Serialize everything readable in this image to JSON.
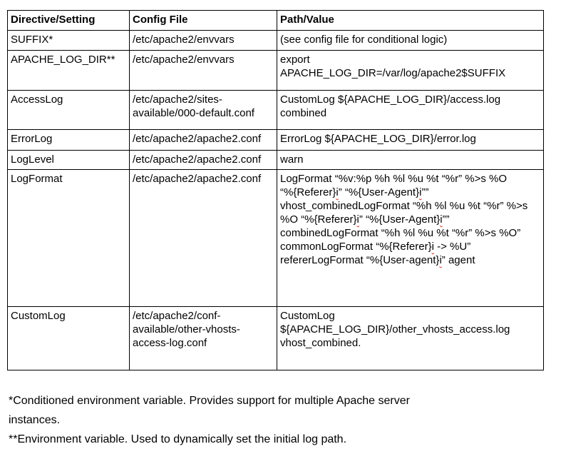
{
  "colors": {
    "background": "#ffffff",
    "text": "#000000",
    "table_border": "#000000",
    "spellcheck_underline": "#d93025"
  },
  "table": {
    "headers": [
      "Directive/Setting",
      "Config File",
      "Path/Value"
    ],
    "rows": [
      {
        "directive": "SUFFIX*",
        "config_file": "/etc/apache2/envvars",
        "path_value": "(see config file for conditional logic)"
      },
      {
        "directive": "APACHE_LOG_DIR**",
        "config_file": "/etc/apache2/envvars",
        "path_value": "export\nAPACHE_LOG_DIR=/var/log/apache2$SUFFIX"
      },
      {
        "directive": "AccessLog",
        "config_file": "/etc/apache2/sites-\navailable/000-default.conf",
        "path_value": "CustomLog ${APACHE_LOG_DIR}/access.log\ncombined"
      },
      {
        "directive": "ErrorLog",
        "config_file": "/etc/apache2/apache2.conf",
        "path_value": "ErrorLog ${APACHE_LOG_DIR}/error.log"
      },
      {
        "directive": "LogLevel",
        "config_file": "/etc/apache2/apache2.conf",
        "path_value": "warn"
      },
      {
        "directive": "LogFormat",
        "config_file": "/etc/apache2/apache2.conf",
        "path_value": "LogFormat “%v:%p %h %l %u %t “%r” %>s %O\n“%{Referer}i” “%{User-Agent}i””\nvhost_combinedLogFormat “%h %l %u %t “%r” %>s\n%O “%{Referer}i” “%{User-Agent}i””\ncombinedLogFormat “%h %l %u %t “%r” %>s %O”\ncommonLogFormat “%{Referer}i -> %U”\nrefererLogFormat “%{User-agent}i” agent"
      },
      {
        "directive": "CustomLog",
        "config_file": "/etc/apache2/conf-\navailable/other-vhosts-\naccess-log.conf",
        "path_value": "CustomLog\n${APACHE_LOG_DIR}/other_vhosts_access.log\nvhost_combined."
      }
    ]
  },
  "footnotes": [
    "*Conditioned environment variable. Provides support for multiple Apache server\ninstances.",
    "**Environment variable. Used to dynamically set the initial log path."
  ]
}
